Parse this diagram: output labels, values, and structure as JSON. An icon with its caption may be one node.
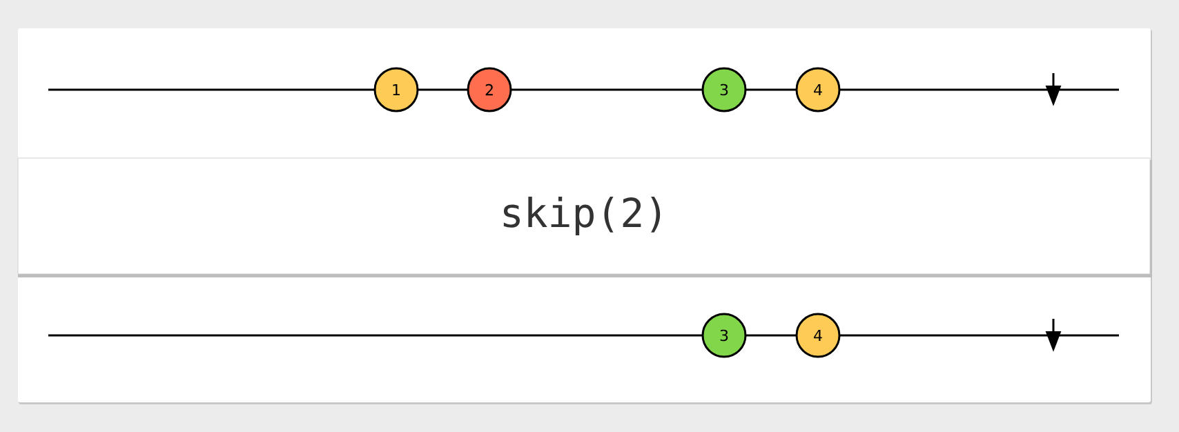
{
  "diagram": {
    "nodes": [
      {
        "text": [
          "1"
        ]
      },
      {
        "text": [
          "2"
        ]
      },
      {
        "text": [
          "3"
        ]
      },
      {
        "text": [
          "4"
        ]
      },
      {
        "text": [
          "skip(2)"
        ]
      },
      {
        "text": [
          "3"
        ]
      },
      {
        "text": [
          "4"
        ]
      }
    ]
  }
}
